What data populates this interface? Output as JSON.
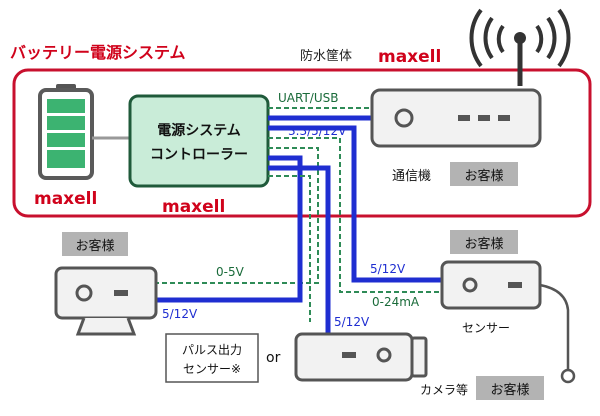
{
  "title": "バッテリー電源システム",
  "enclosure_label": "防水筐体",
  "brand": "maxell",
  "controller": {
    "line1": "電源システム",
    "line2": "コントローラー"
  },
  "comm_device": {
    "label": "通信機",
    "tag": "お客様"
  },
  "left_device": {
    "tag": "お客様"
  },
  "sensor": {
    "label": "センサー",
    "tag": "お客様"
  },
  "camera": {
    "label": "カメラ等",
    "tag": "お客様"
  },
  "pulse_box": {
    "line1": "パルス出力",
    "line2": "センサー※"
  },
  "or_text": "or",
  "links": {
    "uart_usb": "UART/USB",
    "power_comm": "3.3/5/12V",
    "v_left": "0-5V",
    "p_left": "5/12V",
    "p_camera": "5/12V",
    "p_sensor": "5/12V",
    "ma_sensor": "0-24mA"
  },
  "colors": {
    "brand_red": "#d0021b",
    "enclosure": "#c8102e",
    "battery_green": "#3cb371",
    "controller_fill": "#c9ecd8",
    "controller_border": "#1f5a3a",
    "wire_blue": "#1f2ed1",
    "wire_green": "#2e8b57",
    "tag_gray": "#b3b3b3"
  }
}
